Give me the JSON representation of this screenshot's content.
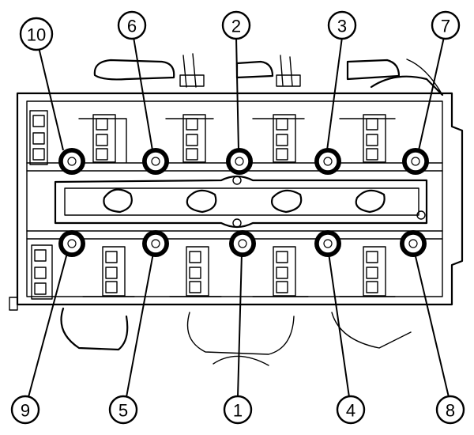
{
  "callouts": {
    "b1": "1",
    "b2": "2",
    "b3": "3",
    "b4": "4",
    "b5": "5",
    "b6": "6",
    "b7": "7",
    "b8": "8",
    "b9": "9",
    "b10": "10"
  },
  "colors": {
    "line": "#000000",
    "background": "#ffffff"
  }
}
